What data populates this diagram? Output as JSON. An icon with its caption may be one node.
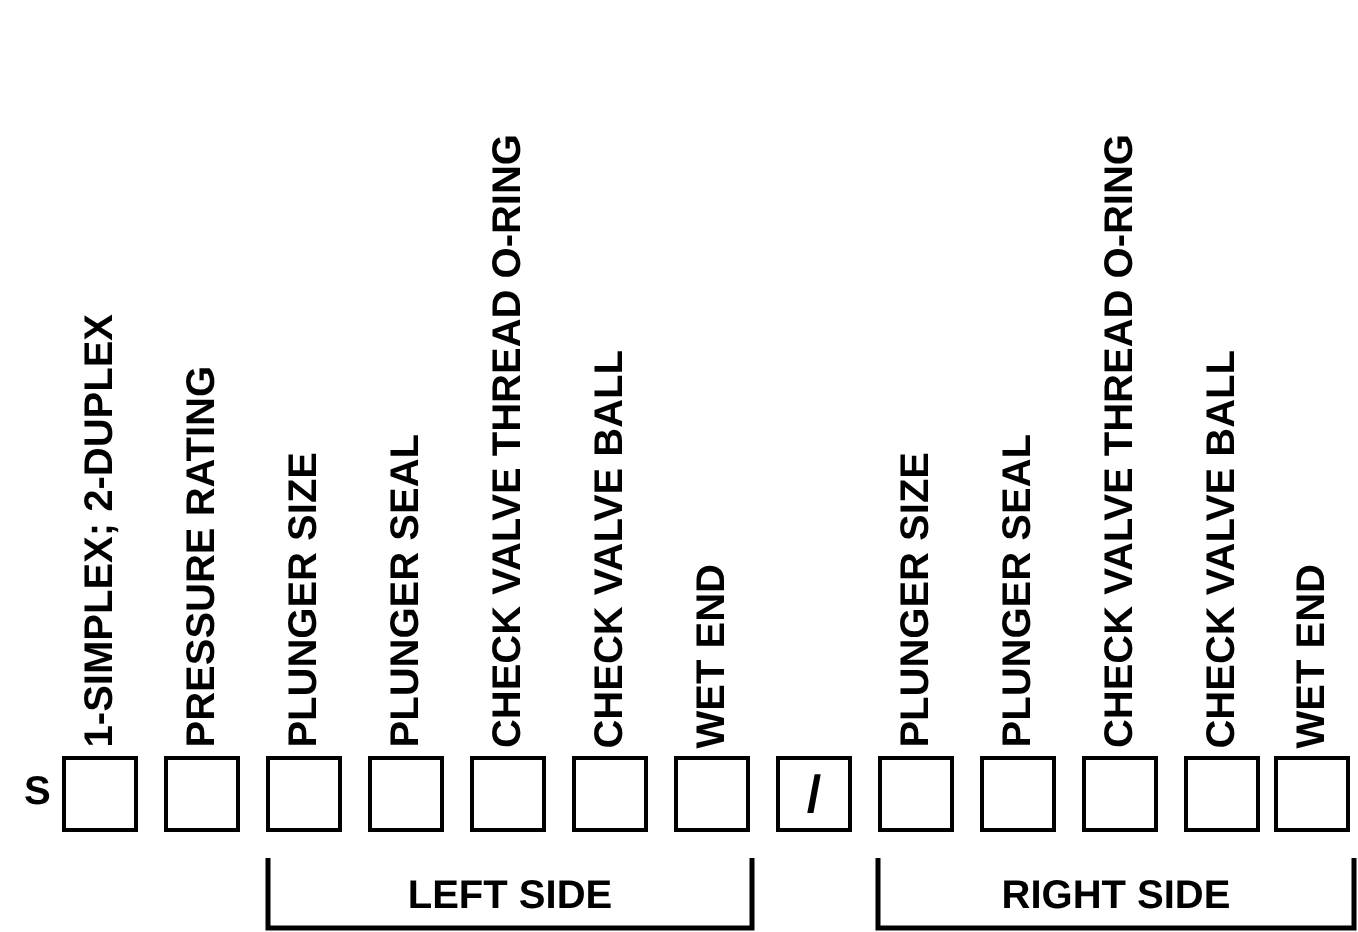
{
  "diagram": {
    "nodes": [
      {
        "text": [
          "1-SIMPLEX; 2-DUPLEX"
        ]
      },
      {
        "text": [
          "PRESSURE RATING"
        ]
      },
      {
        "text": [
          "PLUNGER SIZE"
        ]
      },
      {
        "text": [
          "PLUNGER SEAL"
        ]
      },
      {
        "text": [
          "CHECK VALVE THREAD O-RING"
        ]
      },
      {
        "text": [
          "CHECK VALVE BALL"
        ]
      },
      {
        "text": [
          "WET END"
        ]
      },
      {
        "text": [
          "/"
        ]
      },
      {
        "text": [
          "PLUNGER SIZE"
        ]
      },
      {
        "text": [
          "PLUNGER SEAL"
        ]
      },
      {
        "text": [
          "CHECK VALVE THREAD O-RING"
        ]
      },
      {
        "text": [
          "CHECK VALVE BALL"
        ]
      },
      {
        "text": [
          "WET END"
        ]
      }
    ],
    "labels": [
      "S",
      "LEFT SIDE",
      "RIGHT SIDE"
    ]
  }
}
